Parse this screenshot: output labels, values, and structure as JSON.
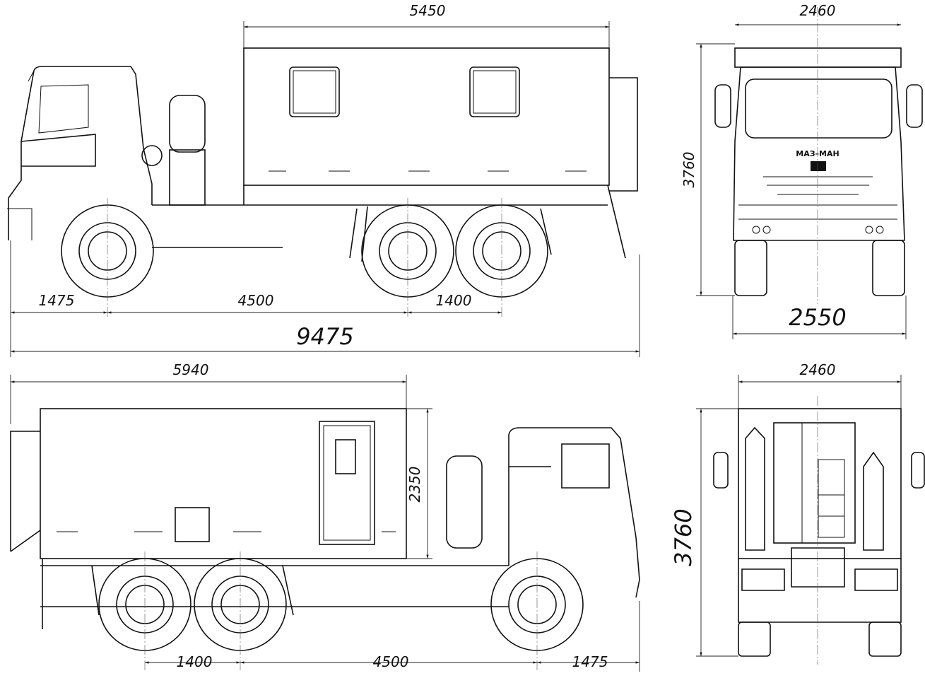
{
  "top_side_view": {
    "box_length": "5450",
    "front_overhang": "1475",
    "wheelbase": "4500",
    "bogie": "1400",
    "overall_length": "9475"
  },
  "front_view": {
    "box_width": "2460",
    "height": "3760",
    "track_width": "2550",
    "logo": "МАЗ–МАН"
  },
  "bottom_side_view": {
    "box_length": "5940",
    "box_height": "2350",
    "bogie": "1400",
    "wheelbase": "4500",
    "front_overhang": "1475"
  },
  "rear_view": {
    "box_width": "2460",
    "height": "3760"
  }
}
